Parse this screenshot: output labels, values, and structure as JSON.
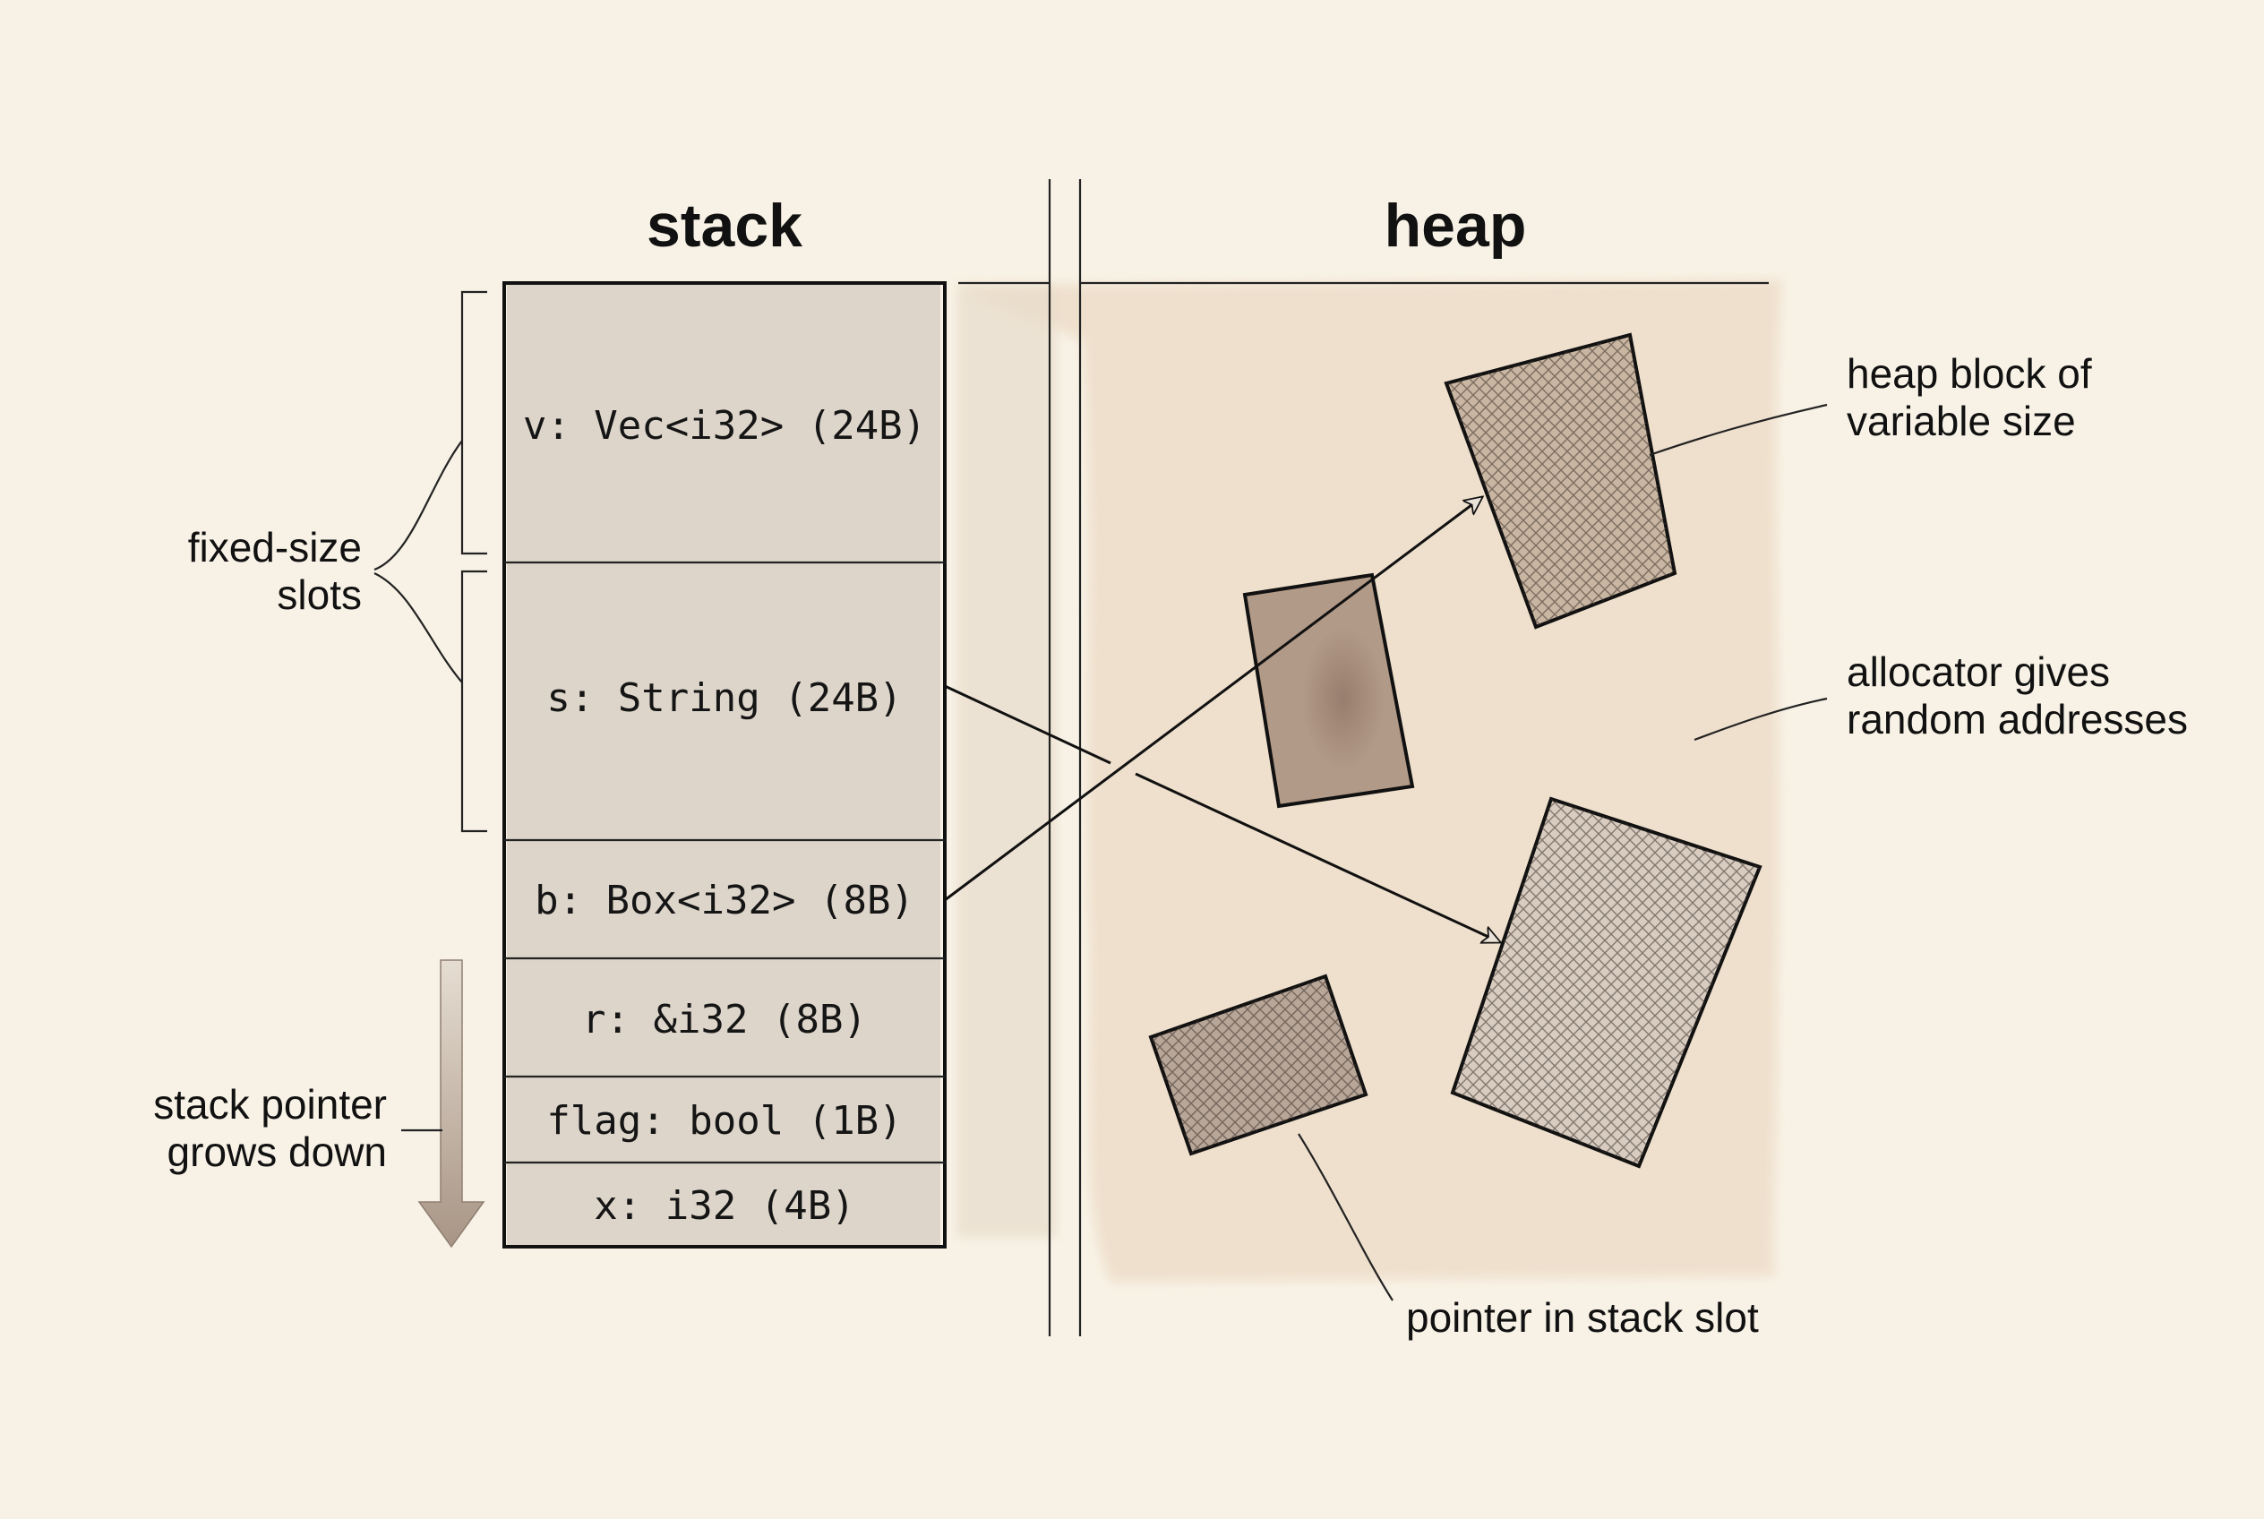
{
  "headers": {
    "stack": "stack",
    "heap": "heap"
  },
  "stack_slots": [
    {
      "label": "v: Vec<i32> (24B)"
    },
    {
      "label": "s: String (24B)"
    },
    {
      "label": "b: Box<i32> (8B)"
    },
    {
      "label": "r: &i32 (8B)"
    },
    {
      "label": "flag: bool (1B)"
    },
    {
      "label": "x: i32 (4B)"
    }
  ],
  "annotations": {
    "fixed_size_slots": [
      "fixed-size",
      "slots"
    ],
    "stack_pointer": [
      "stack pointer",
      "grows down"
    ],
    "heap_block": [
      "heap block of",
      "variable size"
    ],
    "allocator": [
      "allocator gives",
      "random addresses"
    ],
    "pointer_in_stack_slot": "pointer in stack slot"
  },
  "colors": {
    "background": "#f8f2e6",
    "stack_wash": "#ddd5ca",
    "heap_wash": "#efe0cc",
    "heap_block_fill": "#c9b6a2",
    "heap_block_dark": "#b29a88",
    "ink": "#111111"
  }
}
